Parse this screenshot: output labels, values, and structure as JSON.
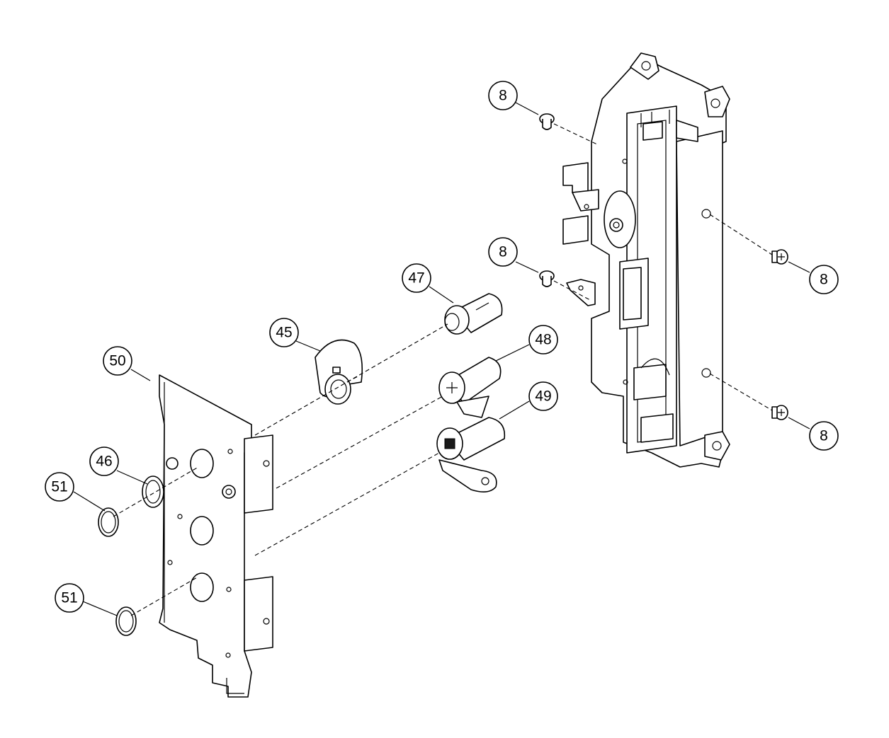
{
  "diagram": {
    "callouts": [
      {
        "id": "c8a",
        "label": "8"
      },
      {
        "id": "c8b",
        "label": "8"
      },
      {
        "id": "c8c",
        "label": "8"
      },
      {
        "id": "c8d",
        "label": "8"
      },
      {
        "id": "c45",
        "label": "45"
      },
      {
        "id": "c46",
        "label": "46"
      },
      {
        "id": "c47",
        "label": "47"
      },
      {
        "id": "c48",
        "label": "48"
      },
      {
        "id": "c49",
        "label": "49"
      },
      {
        "id": "c50",
        "label": "50"
      },
      {
        "id": "c51a",
        "label": "51"
      },
      {
        "id": "c51b",
        "label": "51"
      }
    ]
  }
}
